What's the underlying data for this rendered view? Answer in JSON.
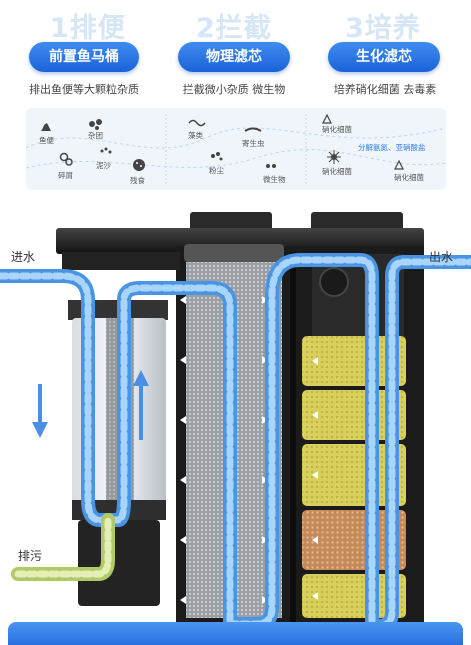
{
  "stages": [
    {
      "num": "1排便",
      "title": "前置鱼马桶",
      "desc": "排出鱼便等大颗粒杂质"
    },
    {
      "num": "2拦截",
      "title": "物理滤芯",
      "desc": "拦截微小杂质 微生物"
    },
    {
      "num": "3培养",
      "title": "生化滤芯",
      "desc": "培养硝化细菌 去毒素"
    }
  ],
  "info": {
    "fish_poop": "鱼便",
    "clumps": "杂团",
    "debris": "碎屑",
    "mud": "泥沙",
    "residue": "残食",
    "algae": "藻类",
    "parasite": "寄生虫",
    "dust": "粉尘",
    "microbe": "微生物",
    "nitrify_flag": "硝化细菌",
    "nitrify_bac": "硝化细菌",
    "nitrify_flag2": "硝化细菌",
    "decompose": "分解氨氮、亚硝酸盐"
  },
  "labels": {
    "water_in": "进水",
    "water_out": "出水",
    "drain": "排污"
  },
  "colors": {
    "accent": "#2a6fdc",
    "tube": "#5aa8ec",
    "bio": "#d8cf5a",
    "drain_tube": "#cfe08a"
  }
}
